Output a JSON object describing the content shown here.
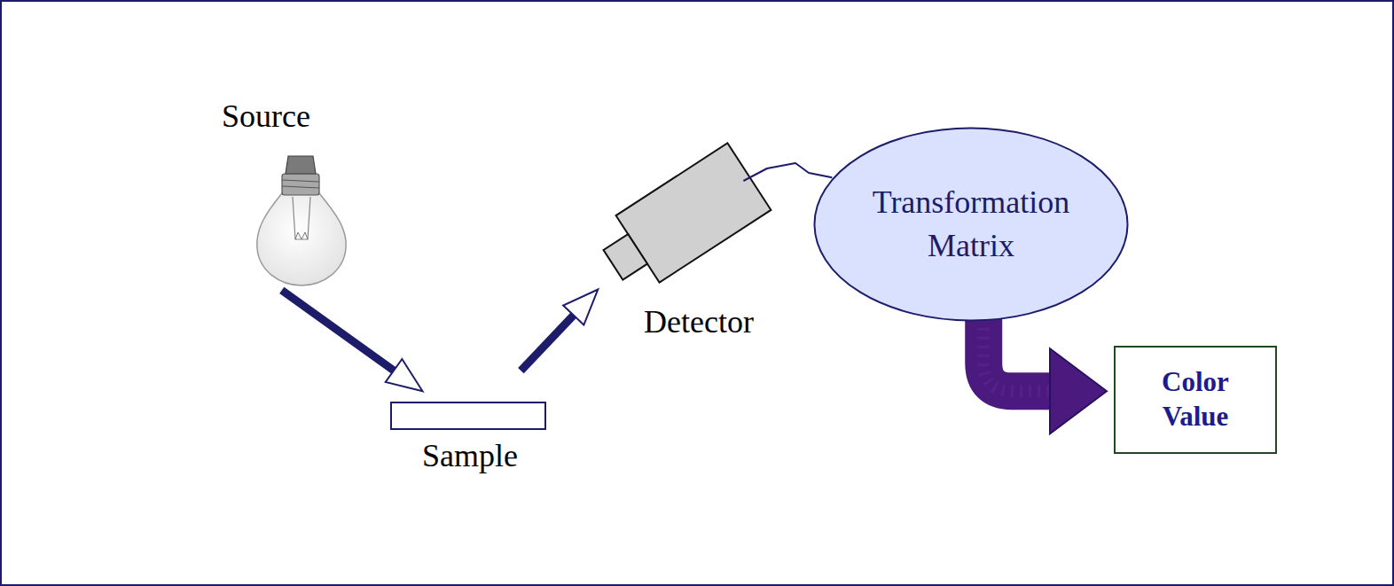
{
  "diagram": {
    "nodes": [
      {
        "text": [
          "Source"
        ]
      },
      {
        "text": [
          "Sample"
        ]
      },
      {
        "text": [
          "Detector"
        ]
      },
      {
        "text": [
          "Transformation Matrix"
        ]
      },
      {
        "text": [
          "Color Value"
        ]
      }
    ],
    "edges": [
      {
        "from": 0,
        "to": 1,
        "arrow": "to"
      },
      {
        "from": 1,
        "to": 2,
        "arrow": "to"
      },
      {
        "from": 2,
        "to": 3,
        "arrow": "none"
      },
      {
        "from": 3,
        "to": 4,
        "arrow": "to"
      }
    ]
  }
}
